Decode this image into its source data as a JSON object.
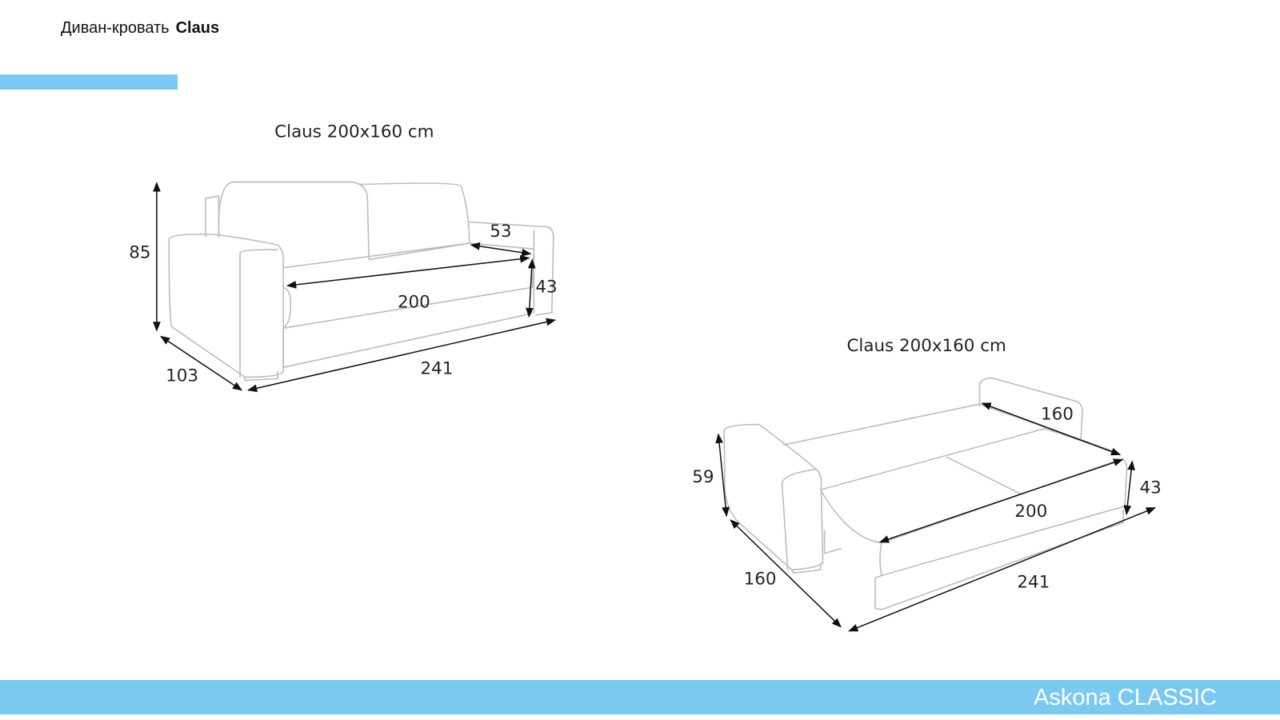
{
  "header": {
    "title_prefix": "Диван-кровать",
    "title_model": "Claus"
  },
  "colors": {
    "accent": "#79c9f0"
  },
  "folded": {
    "caption": "Claus 200x160 cm",
    "dims": {
      "height": "85",
      "depth": "103",
      "width": "241",
      "seat_width": "200",
      "seat_depth": "53",
      "seat_height": "43"
    }
  },
  "unfolded": {
    "caption": "Claus 200x160 cm",
    "dims": {
      "arm_height": "59",
      "depth": "160",
      "width": "241",
      "bed_length": "200",
      "bed_width": "160",
      "bed_height": "43"
    }
  },
  "footer": {
    "brand": "Askona CLASSIC"
  }
}
